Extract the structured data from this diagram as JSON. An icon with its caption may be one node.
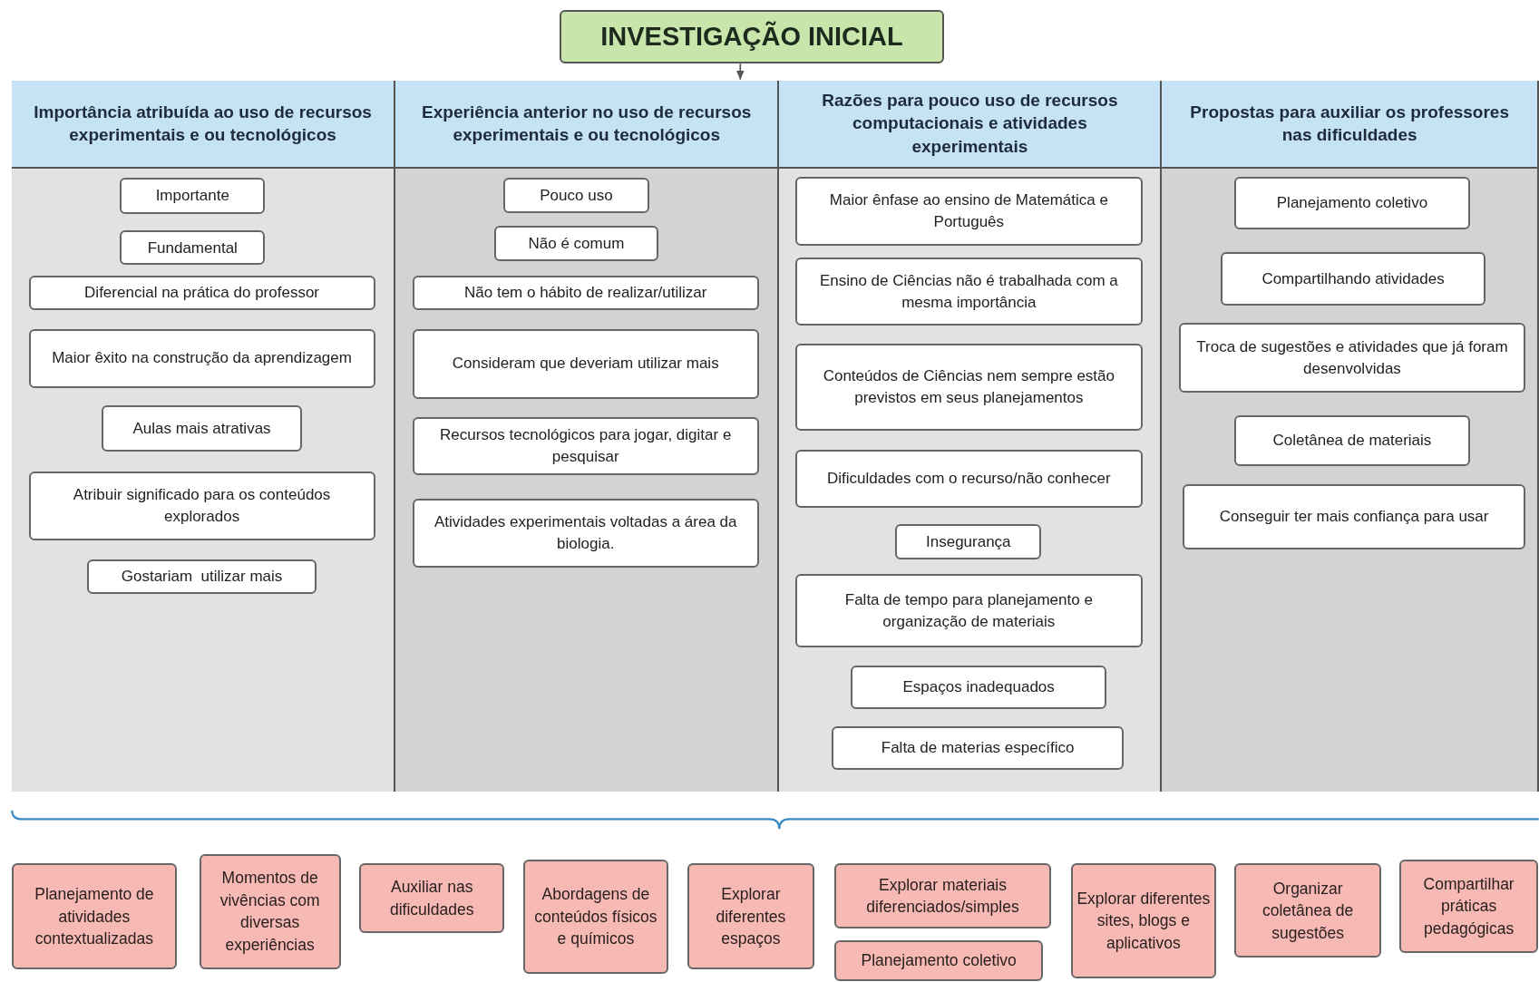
{
  "diagram": {
    "nodes": [
      {
        "text": [
          "INVESTIGAÇÃO INICIAL"
        ]
      },
      {
        "text": [],
        "shape": "box"
      },
      {
        "text": [
          "Importância atribuída ao uso de recursos experimentais e ou tecnológicos"
        ],
        "in": 1
      },
      {
        "text": [
          "Importante"
        ],
        "in": 2
      },
      {
        "text": [
          "Fundamental"
        ],
        "in": 2
      },
      {
        "text": [
          "Diferencial na prática do professor"
        ],
        "in": 2
      },
      {
        "text": [
          "Maior êxito na construção da aprendizagem"
        ],
        "in": 2
      },
      {
        "text": [
          "Aulas mais atrativas"
        ],
        "in": 2
      },
      {
        "text": [
          "Atribuir significado para os conteúdos explorados"
        ],
        "in": 2
      },
      {
        "text": [
          "Gostariam  utilizar mais"
        ],
        "in": 2
      },
      {
        "text": [
          "Experiência anterior no uso de recursos experimentais e ou tecnológicos"
        ],
        "in": 1
      },
      {
        "text": [
          "Pouco uso"
        ],
        "in": 10
      },
      {
        "text": [
          "Não é comum"
        ],
        "in": 10
      },
      {
        "text": [
          "Não tem o hábito de realizar/utilizar"
        ],
        "in": 10
      },
      {
        "text": [
          "Consideram que deveriam utilizar mais"
        ],
        "in": 10
      },
      {
        "text": [
          "Recursos tecnológicos para jogar, digitar e pesquisar"
        ],
        "in": 10
      },
      {
        "text": [
          "Atividades experimentais voltadas a área da biologia."
        ],
        "in": 10
      },
      {
        "text": [
          "Razões para pouco uso de recursos computacionais e atividades experimentais"
        ],
        "in": 1
      },
      {
        "text": [
          "Maior ênfase ao ensino de Matemática e Português"
        ],
        "in": 17
      },
      {
        "text": [
          "Ensino de Ciências não é trabalhada com a mesma importância"
        ],
        "in": 17
      },
      {
        "text": [
          "Conteúdos de Ciências nem sempre estão previstos em seus planejamentos"
        ],
        "in": 17
      },
      {
        "text": [
          "Dificuldades com o recurso/não conhecer"
        ],
        "in": 17
      },
      {
        "text": [
          "Insegurança"
        ],
        "in": 17
      },
      {
        "text": [
          "Falta de tempo para planejamento e organização de materiais"
        ],
        "in": 17
      },
      {
        "text": [
          "Espaços inadequados"
        ],
        "in": 17
      },
      {
        "text": [
          "Falta de materias específico"
        ],
        "in": 17
      },
      {
        "text": [
          "Propostas para auxiliar os professores nas dificuldades"
        ],
        "in": 1
      },
      {
        "text": [
          "Planejamento coletivo"
        ],
        "in": 26
      },
      {
        "text": [
          "Compartilhando atividades"
        ],
        "in": 26
      },
      {
        "text": [
          "Troca de sugestões e atividades que já foram desenvolvidas"
        ],
        "in": 26
      },
      {
        "text": [
          "Coletânea de materiais"
        ],
        "in": 26
      },
      {
        "text": [
          "Conseguir ter mais confiança para usar"
        ],
        "in": 26
      },
      {
        "text": [
          "Planejamento de atividades contextualizadas"
        ]
      },
      {
        "text": [
          "Momentos de vivências com diversas experiências"
        ]
      },
      {
        "text": [
          "Auxiliar nas dificuldades"
        ]
      },
      {
        "text": [
          "Abordagens de conteúdos físicos e químicos"
        ]
      },
      {
        "text": [
          "Explorar diferentes espaços"
        ]
      },
      {
        "text": [
          "Explorar materiais diferenciados/simples"
        ]
      },
      {
        "text": [
          "Planejamento coletivo"
        ]
      },
      {
        "text": [
          "Explorar diferentes sites, blogs e aplicativos"
        ]
      },
      {
        "text": [
          "Organizar coletânea de sugestões"
        ]
      },
      {
        "text": [
          "Compartilhar práticas pedagógicas"
        ]
      }
    ],
    "edges": [
      {
        "from": 0,
        "to": 1,
        "arrow": "to"
      }
    ]
  }
}
